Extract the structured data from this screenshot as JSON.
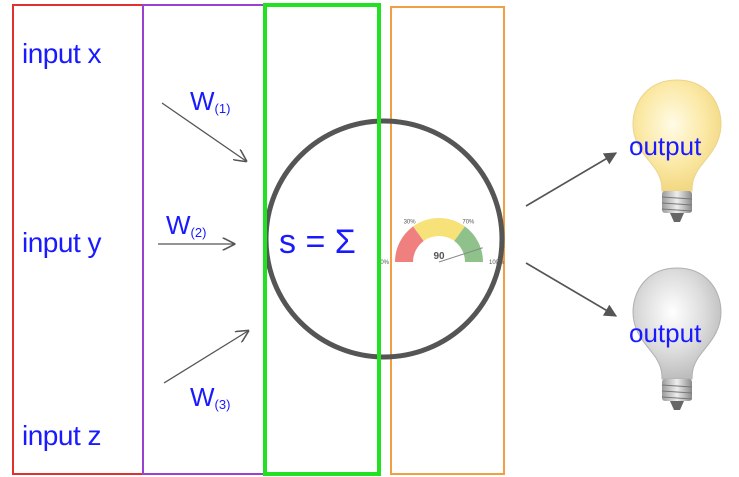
{
  "inputs": {
    "x": "input x",
    "y": "input y",
    "z": "input z"
  },
  "weights": {
    "w1": {
      "base": "W",
      "sub": "(1)"
    },
    "w2": {
      "base": "W",
      "sub": "(2)"
    },
    "w3": {
      "base": "W",
      "sub": "(3)"
    }
  },
  "sum": {
    "label": "s = Σ"
  },
  "gauge": {
    "value": 90,
    "value_text": "90",
    "ticks": [
      "0%",
      "30%",
      "70%",
      "100%"
    ],
    "zones": [
      {
        "from": 0,
        "to": 30,
        "color": "#f07f7f"
      },
      {
        "from": 30,
        "to": 70,
        "color": "#f7e27a"
      },
      {
        "from": 70,
        "to": 100,
        "color": "#8fc28a"
      }
    ]
  },
  "outputs": {
    "top": {
      "label": "output",
      "state": "on"
    },
    "bottom": {
      "label": "output",
      "state": "off"
    }
  },
  "colors": {
    "text": "#1a1aff",
    "input_frame": "#e03030",
    "weight_frame": "#9b40d0",
    "sum_frame": "#22e022",
    "activation_frame": "#f0a040",
    "neuron": "#555555",
    "bulb_on": "#fbe9a6",
    "bulb_off": "#d9d9d9"
  }
}
